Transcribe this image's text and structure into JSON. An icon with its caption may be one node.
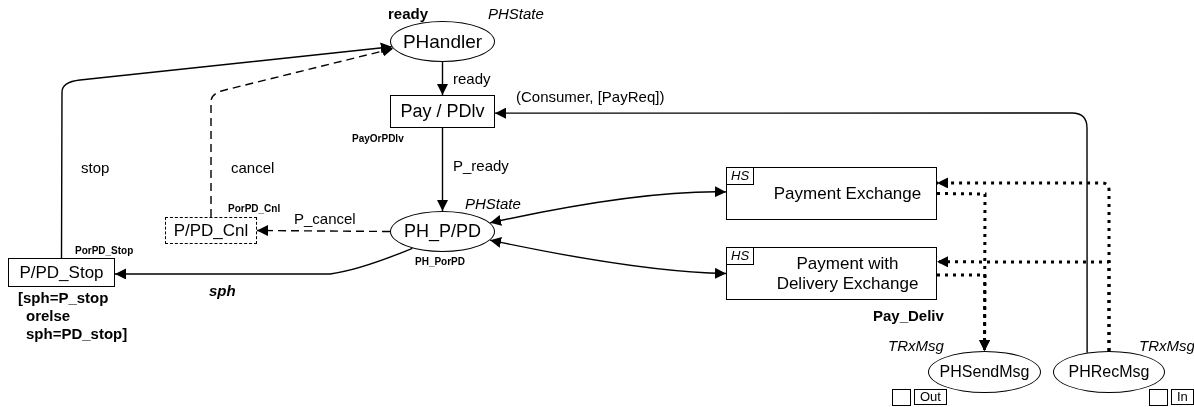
{
  "diagram": {
    "nodes": [
      {
        "text": [
          "PHandler"
        ],
        "beside": [
          "ready",
          "PHState"
        ]
      },
      {
        "text": [
          "Pay / PDlv"
        ],
        "beside": [
          "PayOrPDlv"
        ]
      },
      {
        "text": [
          "P/PD_Cnl"
        ],
        "beside": [
          "PorPD_Cnl"
        ]
      },
      {
        "text": [
          "PH_P/PD"
        ],
        "beside": [
          "PHState",
          "PH_PorPD"
        ]
      },
      {
        "text": [
          "P/PD_Stop"
        ],
        "beside": [
          "PorPD_Stop",
          "[sph=P_stop orelse sph=PD_stop]"
        ]
      },
      {
        "text": [
          "HS",
          "Payment Exchange"
        ]
      },
      {
        "text": [
          "HS",
          "Payment with Delivery Exchange"
        ],
        "beside": [
          "Pay_Deliv"
        ]
      },
      {
        "text": [
          "PHSendMsg"
        ],
        "beside": [
          "TRxMsg",
          "Out"
        ]
      },
      {
        "text": [
          "PHRecMsg"
        ],
        "beside": [
          "TRxMsg",
          "In"
        ]
      }
    ],
    "edges": [
      {
        "from": 0,
        "to": 1,
        "arrow": "to",
        "label": "ready"
      },
      {
        "from": 1,
        "to": 3,
        "arrow": "to",
        "label": "P_ready"
      },
      {
        "from": 8,
        "to": 1,
        "arrow": "to",
        "label": "(Consumer, [PayReq])"
      },
      {
        "from": 3,
        "to": 2,
        "arrow": "to",
        "label": "P_cancel",
        "style": "dashed"
      },
      {
        "from": 2,
        "to": 0,
        "arrow": "to",
        "label": "cancel",
        "style": "dashed"
      },
      {
        "from": 3,
        "to": 4,
        "arrow": "to",
        "label": "sph"
      },
      {
        "from": 4,
        "to": 0,
        "arrow": "to",
        "label": "stop"
      },
      {
        "from": 3,
        "to": 5,
        "arrow": "both"
      },
      {
        "from": 3,
        "to": 6,
        "arrow": "both"
      },
      {
        "from": 5,
        "to": 7,
        "arrow": "to",
        "style": "dashed"
      },
      {
        "from": 6,
        "to": 7,
        "arrow": "to",
        "style": "dashed"
      },
      {
        "from": 8,
        "to": 5,
        "arrow": "to",
        "style": "dashed"
      },
      {
        "from": 8,
        "to": 6,
        "arrow": "to",
        "style": "dashed"
      }
    ]
  }
}
